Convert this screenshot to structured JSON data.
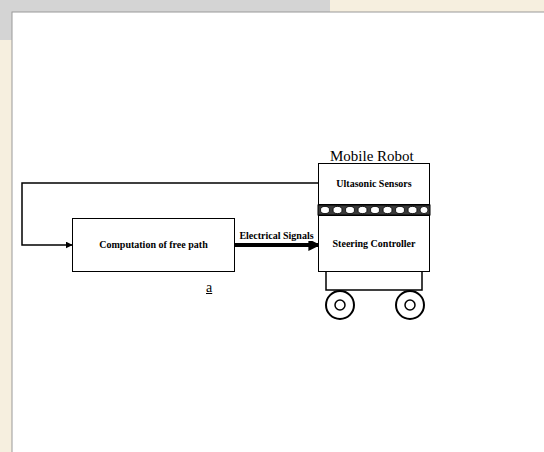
{
  "diagram": {
    "nodes": [
      {
        "text": [
          "Computation of free path"
        ]
      },
      {
        "text": [
          "Mobile Robot"
        ]
      },
      {
        "text": [
          "Ultasonic Sensors"
        ],
        "in": 1
      },
      {
        "text": [
          "Steering Controller"
        ],
        "in": 1
      }
    ],
    "edges": [
      {
        "from": 2,
        "to": 0,
        "arrow": "to"
      },
      {
        "from": 0,
        "to": 3,
        "label": "Electrical Signals",
        "arrow": "to"
      }
    ],
    "labels": [
      "a"
    ]
  }
}
